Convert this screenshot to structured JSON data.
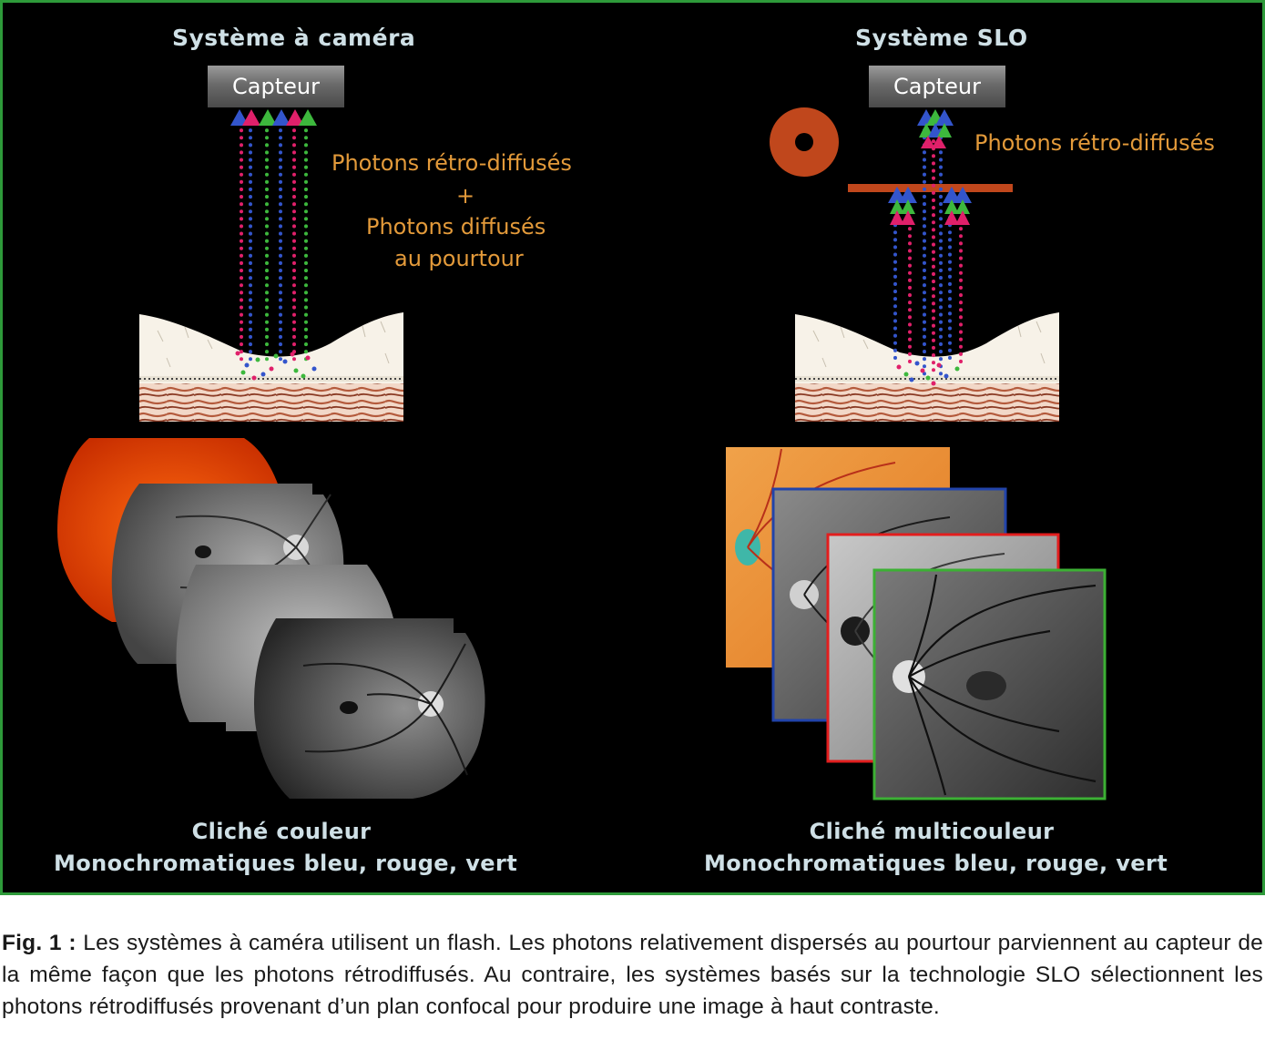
{
  "left": {
    "title": "Système à caméra",
    "sensor_label": "Capteur",
    "photon_lines": [
      "Photons rétro-diffusés",
      "+",
      "Photons diffusés",
      "au pourtour"
    ],
    "bottom_lines": [
      "Cliché couleur",
      "Monochromatiques bleu, rouge, vert"
    ]
  },
  "right": {
    "title": "Système SLO",
    "sensor_label": "Capteur",
    "photon_label": "Photons rétro-diffusés",
    "bottom_lines": [
      "Cliché multicouleur",
      "Monochromatiques bleu, rouge, vert"
    ]
  },
  "caption": {
    "label": "Fig. 1 :",
    "text": " Les systèmes à caméra utilisent un flash. Les photons relativement dispersés au pourtour parviennent au capteur de la même façon que les photons rétrodiffusés. Au contraire, les systèmes basés sur la technologie SLO sélectionnent les photons rétrodiffusés provenant d’un plan confocal pour produire une image à haut contraste."
  },
  "colors": {
    "frame_border": "#2e9a3a",
    "text_orange": "#e39a3a",
    "aperture": "#c0471c",
    "photon_red": "#e0206a",
    "photon_green": "#3db83d",
    "photon_blue": "#3355cc",
    "frame_blue": "#2244aa",
    "frame_red": "#e21e1e",
    "frame_green": "#3cb034"
  }
}
